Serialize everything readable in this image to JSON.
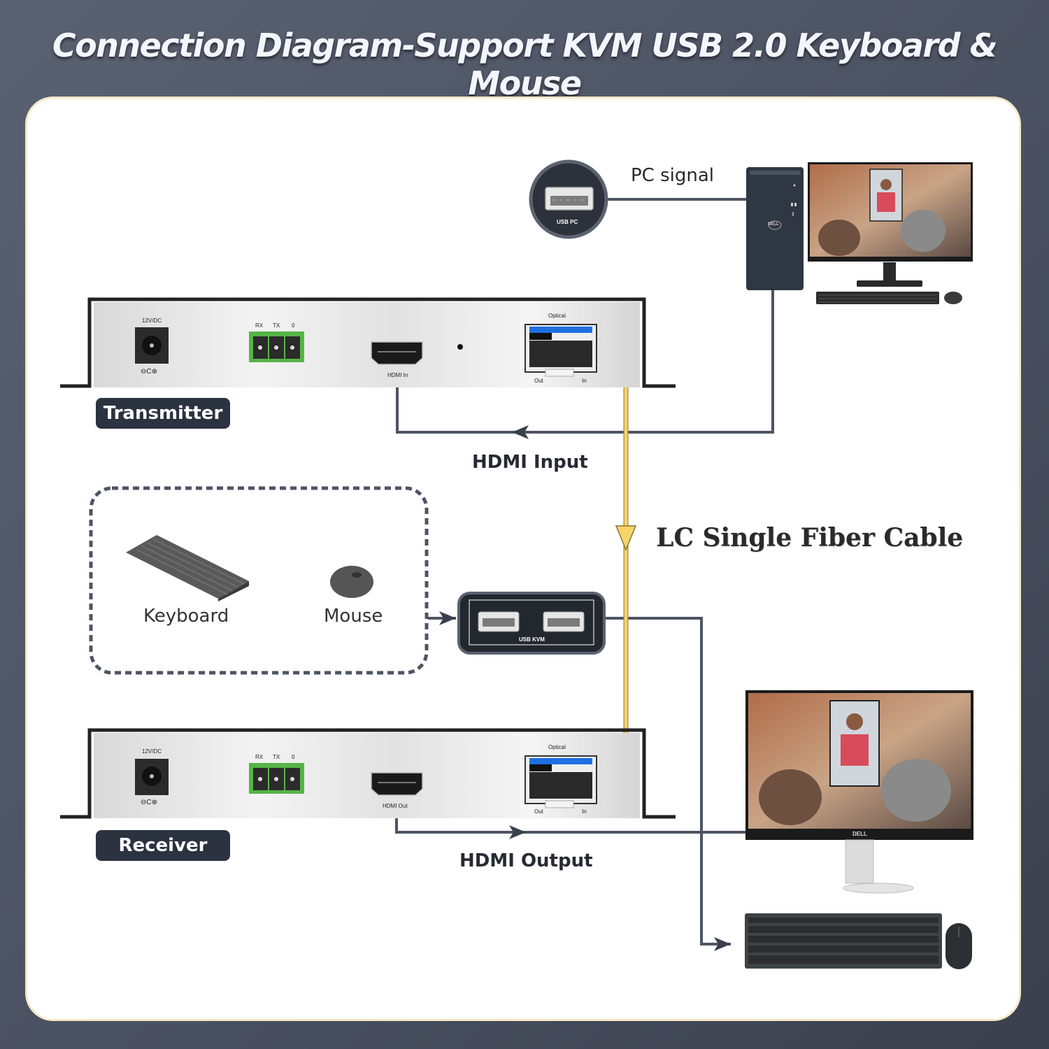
{
  "title": "Connection Diagram-Support KVM USB 2.0 Keyboard & Mouse",
  "colors": {
    "background": "#4f5666",
    "panel": "#ffffff",
    "panel_border": "#f6e8c8",
    "line": "#4d5463",
    "fiber": "#f7d46a",
    "tag_bg": "#2b3240",
    "terminal_green": "#56b447",
    "sfp_blue": "#1f6fe0"
  },
  "pc_signal": {
    "label": "PC signal",
    "port_label": "USB PC"
  },
  "transmitter": {
    "tag": "Transmitter",
    "power_label": "12V/DC",
    "polarity": "⊖C⊕",
    "terminal_labels": [
      "RX",
      "TX",
      "0"
    ],
    "hdmi_label": "HDMI In",
    "optical_label": "Optical",
    "optical_out": "Out",
    "optical_in": "In"
  },
  "receiver": {
    "tag": "Receiver",
    "power_label": "12V/DC",
    "polarity": "⊖C⊕",
    "terminal_labels": [
      "RX",
      "TX",
      "0"
    ],
    "hdmi_label": "HDMI Out",
    "optical_label": "Optical",
    "optical_out": "Out",
    "optical_in": "In"
  },
  "connections": {
    "hdmi_input": "HDMI Input",
    "hdmi_output": "HDMI Output",
    "fiber": "LC Single Fiber Cable"
  },
  "peripherals": {
    "keyboard": "Keyboard",
    "mouse": "Mouse"
  },
  "usb_kvm": {
    "label": "USB KVM"
  },
  "devices": {
    "pc_brand": "DELL",
    "monitor_brand": "DELL"
  }
}
